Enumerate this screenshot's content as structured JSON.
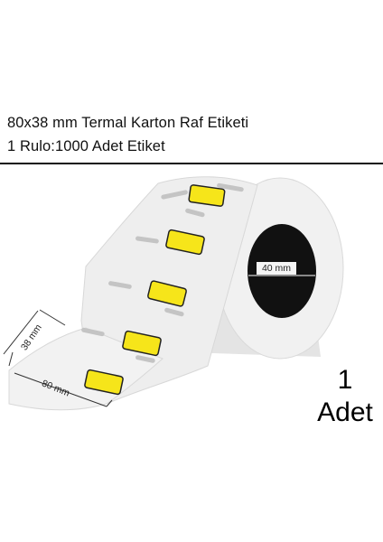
{
  "product": {
    "title": "80x38 mm Termal Karton Raf Etiketi",
    "subtitle": "1 Rulo:1000 Adet Etiket"
  },
  "illustration": {
    "core_diameter_label": "40 mm",
    "label_height_label": "38 mm",
    "label_width_label": "80 mm",
    "label_count_visible": 5,
    "colors": {
      "label_tag": "#f6e51a",
      "label_tag_border": "#222222",
      "roll_paper": "#eeeeee",
      "roll_side": "#e3e3e3",
      "core": "#111111",
      "notch": "#bfbfbf"
    }
  },
  "quantity": {
    "number": "1",
    "unit": "Adet"
  }
}
